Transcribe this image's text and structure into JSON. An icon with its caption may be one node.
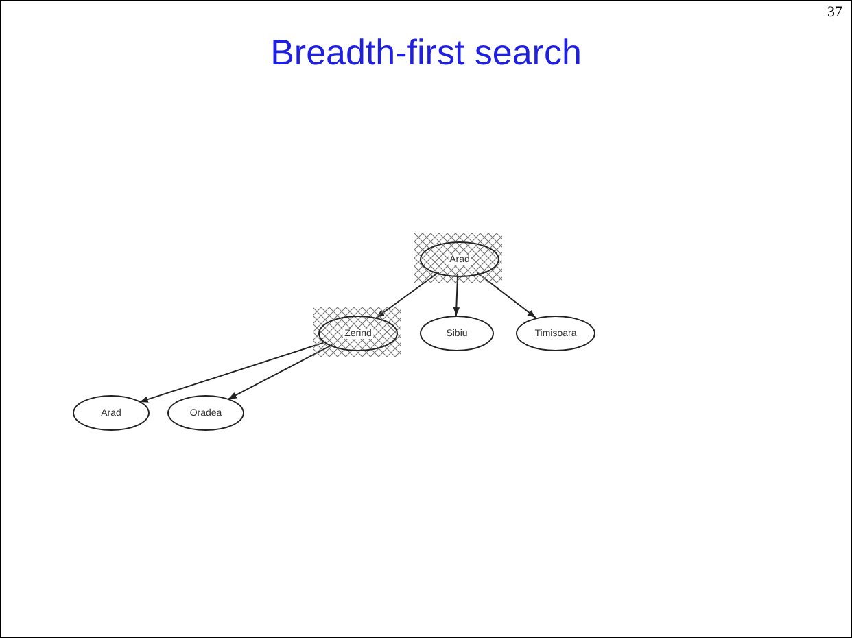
{
  "diagram": {
    "title": "Breadth-first search",
    "nodes": [
      {
        "text": [
          "Arad"
        ]
      },
      {
        "text": [
          "Zerind"
        ]
      },
      {
        "text": [
          "Sibiu"
        ]
      },
      {
        "text": [
          "Timisoara"
        ]
      },
      {
        "text": [
          "Arad"
        ]
      },
      {
        "text": [
          "Oradea"
        ]
      }
    ],
    "edges": [
      {
        "from": 0,
        "to": 1,
        "arrow": "to"
      },
      {
        "from": 0,
        "to": 2,
        "arrow": "to"
      },
      {
        "from": 0,
        "to": 3,
        "arrow": "to"
      },
      {
        "from": 1,
        "to": 4,
        "arrow": "to"
      },
      {
        "from": 1,
        "to": 5,
        "arrow": "to"
      }
    ],
    "labels": [
      "37"
    ]
  }
}
